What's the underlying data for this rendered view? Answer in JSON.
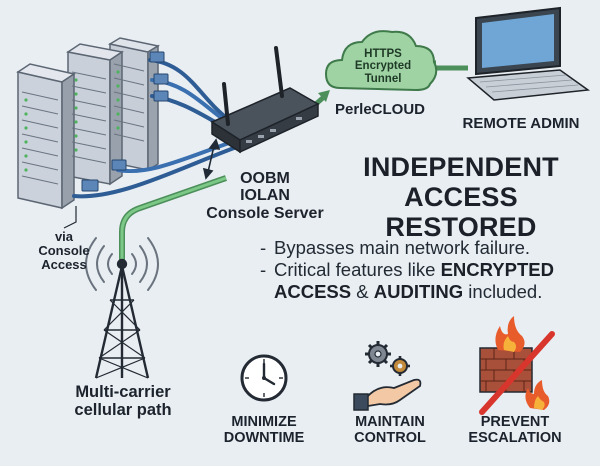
{
  "cloud": {
    "line1": "HTTPS",
    "line2": "Encrypted",
    "line3": "Tunnel",
    "name": "PerleCLOUD"
  },
  "remote_admin": "REMOTE ADMIN",
  "console_server": {
    "line1": "OOBM",
    "line2": "IOLAN",
    "line3": "Console Server"
  },
  "console_access": {
    "line1": "via",
    "line2": "Console",
    "line3": "Access"
  },
  "cellular": {
    "line1": "Multi-carrier",
    "line2": "cellular path"
  },
  "headline": {
    "line1": "INDEPENDENT",
    "line2": "ACCESS RESTORED"
  },
  "bullets": {
    "b1": "Bypasses main network failure.",
    "b2_pre": "Critical features like ",
    "b2_em1": "ENCRYPTED ACCESS",
    "b2_mid": " & ",
    "b2_em2": "AUDITING",
    "b2_post": " included."
  },
  "benefits": [
    {
      "line1": "MINIMIZE",
      "line2": "DOWNTIME",
      "icon": "clock-icon"
    },
    {
      "line1": "MAINTAIN",
      "line2": "CONTROL",
      "icon": "gears-hand-icon"
    },
    {
      "line1": "PREVENT",
      "line2": "ESCALATION",
      "icon": "firewall-blocked-icon"
    }
  ],
  "colors": {
    "green_path": "#5aa86a",
    "cloud": "#9fd3a4",
    "cable_blue": "#3a6fb0",
    "background": "#e9eef3"
  }
}
